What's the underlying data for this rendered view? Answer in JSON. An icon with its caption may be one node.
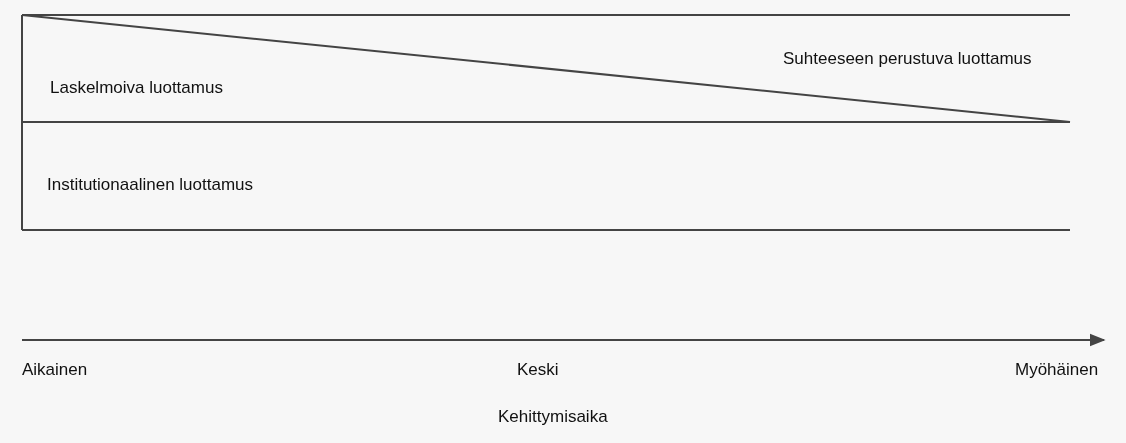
{
  "diagram": {
    "labels": [
      "Suhteeseen perustuva luottamus",
      "Laskelmoiva luottamus",
      "Institutionaalinen luottamus",
      "Aikainen",
      "Keski",
      "Myöhäinen",
      "Kehittymisaika"
    ]
  }
}
